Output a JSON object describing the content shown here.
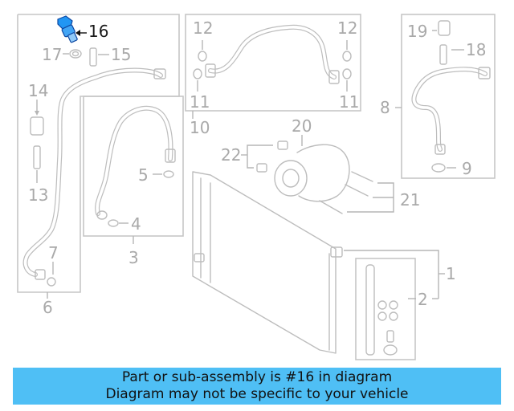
{
  "callouts": {
    "c1": "1",
    "c2": "2",
    "c3": "3",
    "c4": "4",
    "c5": "5",
    "c6": "6",
    "c7": "7",
    "c8": "8",
    "c9": "9",
    "c10": "10",
    "c11a": "11",
    "c11b": "11",
    "c12a": "12",
    "c12b": "12",
    "c13": "13",
    "c14": "14",
    "c15": "15",
    "c16": "16",
    "c17": "17",
    "c18": "18",
    "c19": "19",
    "c20": "20",
    "c21": "21",
    "c22": "22"
  },
  "highlight": {
    "part_number": "16",
    "color": "#1e88e5"
  },
  "banner": {
    "line1": "Part or sub-assembly is #16 in diagram",
    "line2": "Diagram may not be specific to your vehicle",
    "background": "#4fbff5"
  }
}
